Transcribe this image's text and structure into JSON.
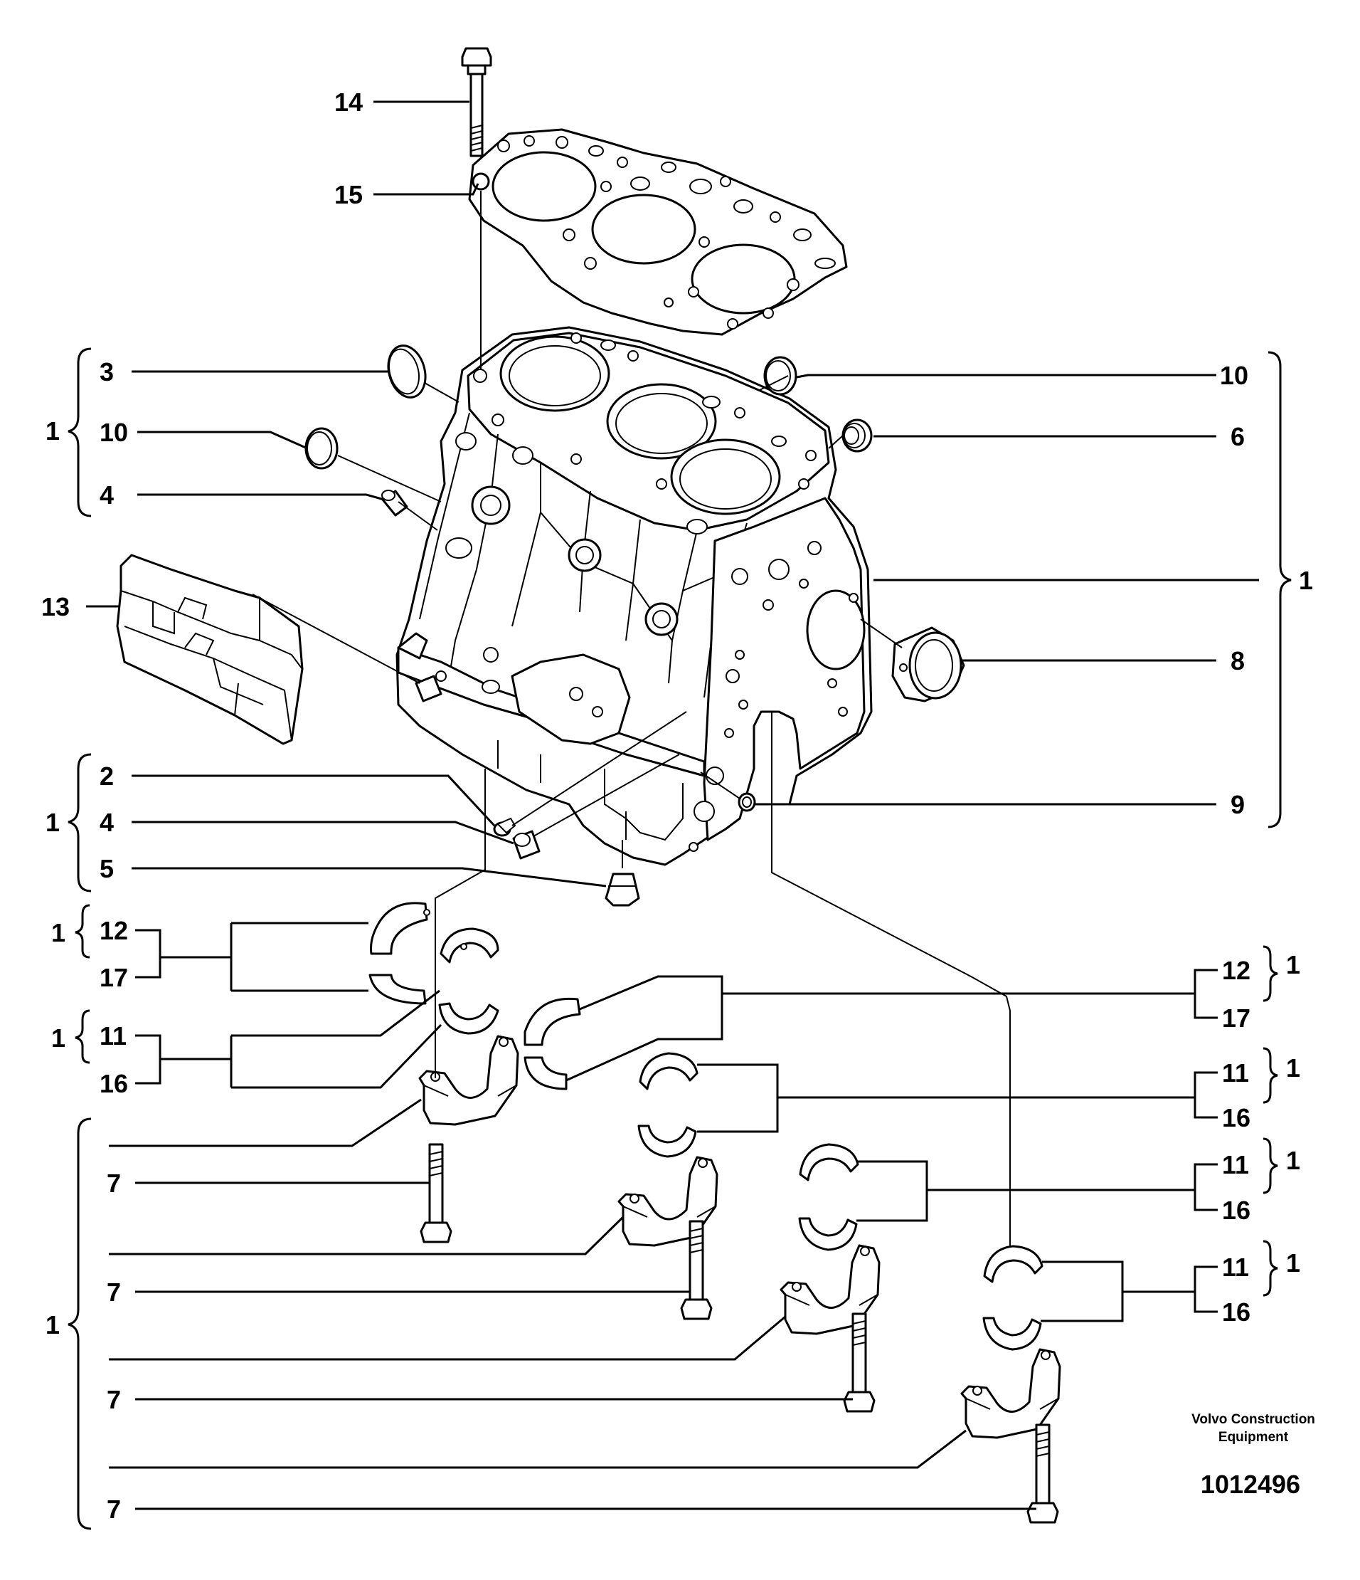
{
  "callouts": {
    "c14": "14",
    "c15": "15",
    "c3": "3",
    "c10a": "10",
    "c4a": "4",
    "c1a": "1",
    "c10b": "10",
    "c6": "6",
    "c1b": "1",
    "c8": "8",
    "c9": "9",
    "c13": "13",
    "c2": "2",
    "c4b": "4",
    "c5": "5",
    "c1c": "1",
    "c12a": "12",
    "c17a": "17",
    "c1d": "1",
    "c11a": "11",
    "c16a": "16",
    "c1e": "1",
    "c12b": "12",
    "c17b": "17",
    "c1f": "1",
    "c11b": "11",
    "c16b": "16",
    "c1g": "1",
    "c11c": "11",
    "c16c": "16",
    "c1h": "1",
    "c11d": "11",
    "c16d": "16",
    "c1i": "1",
    "c1j": "1",
    "c7a": "7",
    "c7b": "7",
    "c7c": "7",
    "c7d": "7"
  },
  "footer": {
    "brand_line1": "Volvo Construction",
    "brand_line2": "Equipment",
    "doc_number": "1012496"
  }
}
